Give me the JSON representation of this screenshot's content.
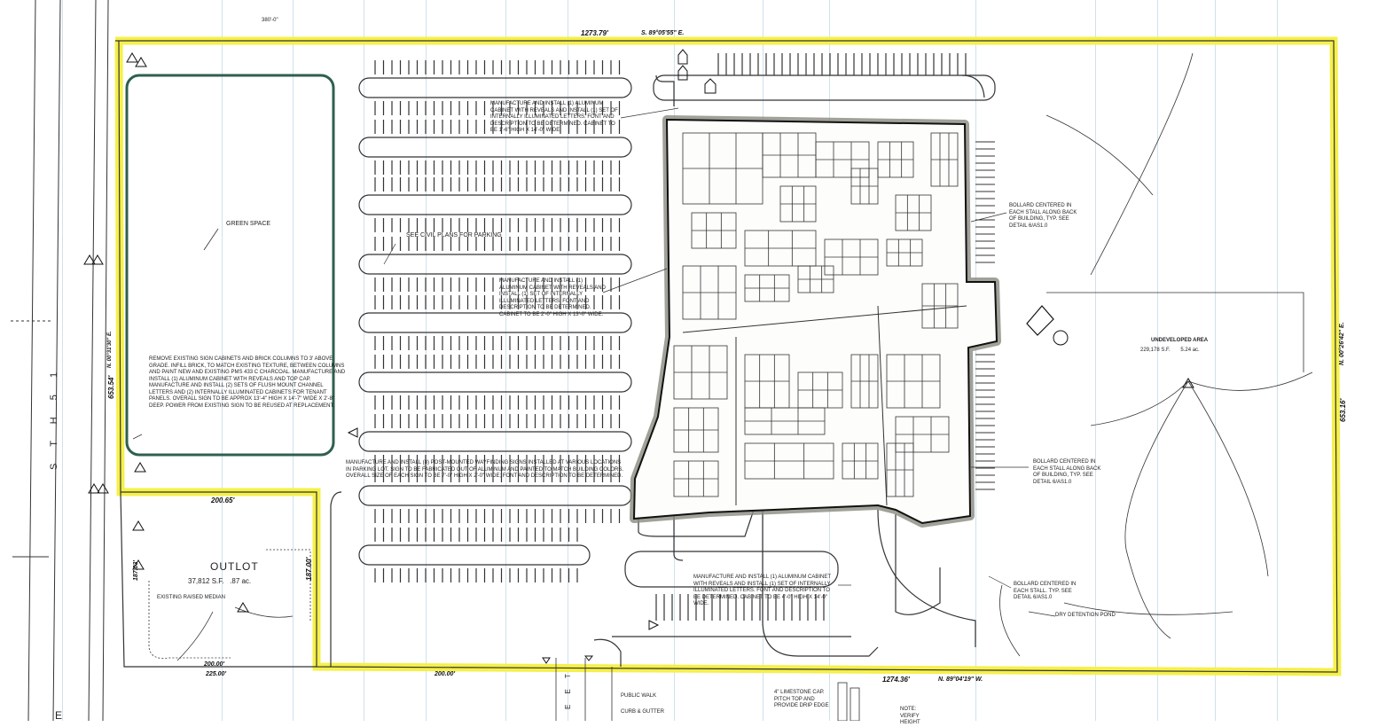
{
  "labels": {
    "green_space": "GREEN SPACE",
    "see_civil": "SEE CIVIL PLANS FOR PARKING",
    "outlot": "OUTLOT",
    "outlot_area": "37,812 S.F.   .87 ac.",
    "existing_median": "EXISTING RAISED MEDIAN",
    "undeveloped": "UNDEVELOPED AREA",
    "undeveloped_area": "229,178 S.F.       5.24 ac.",
    "dry_pond": "DRY DETENTION POND",
    "street_name": "S T H   5 1",
    "street_e": "E",
    "street_lower": "E E T",
    "public_walk": "PUBLIC WALK",
    "curb_gutter": "CURB & GUTTER",
    "limestone": "4\" LIMESTONE CAP. PITCH TOP AND PROVIDE DRIP EDGE",
    "note": "NOTE: VERIFY HEIGHT"
  },
  "notes": {
    "sign_top": "MANUFACTURE AND INSTALL (1) ALUMINUM CABINET WITH REVEALS AND INSTALL (1) SET OF INTERNALLY ILLUMINATED LETTERS. FONT AND DESCRIPTION TO BE DETERMINED. CABINET TO BE 1'-6\" HIGH X 14'-0\" WIDE.",
    "sign_mid": "MANUFACTURE AND INSTALL (1) ALUMINUM CABINET WITH REVEALS AND INSTALL (1) SET OF INTERNALLY ILLUMINATED LETTERS. FONT AND DESCRIPTION TO BE DETERMINED. CABINET TO BE 2'-0\" HIGH X 13'-0\" WIDE.",
    "remove_sign": "REMOVE EXISTING SIGN CABINETS AND BRICK COLUMNS TO 3' ABOVE GRADE. INFILL BRICK, TO MATCH EXISTING TEXTURE, BETWEEN COLUMNS AND PAINT NEW AND EXISTING PMS 433 C CHARCOAL. MANUFACTURE AND INSTALL (1) ALUMINUM CABINET WITH REVEALS AND TOP CAP. MANUFACTURE AND INSTALL (2) SETS OF FLUSH MOUNT CHANNEL LETTERS AND (2) INTERNALLY ILLUMINATED CABINETS FOR TENANT PANELS. OVERALL SIGN TO BE APPROX 13'-4\" HIGH X 14'-7\" WIDE X 2'-8\" DEEP. POWER FROM EXISTING SIGN TO BE REUSED AT REPLACEMENT.",
    "wayfinding": "MANUFACTURE AND INSTALL (8) POST-MOUNTED WAYFINDING SIGNS INSTALLED AT VARIOUS LOCATIONS IN PARKING LOT. SIGN TO BE FABRICATED OUT OF ALUMINUM AND PAINTED TO MATCH BUILDING COLORS. OVERALL SIZE OF EACH SIGN TO BE 7'-0\" HIGH X 2'-0\" WIDE; FONT AND DESCRIPTION TO BE DETERMINED.",
    "sign_bottom": "MANUFACTURE AND INSTALL (1) ALUMINUM CABINET WITH REVEALS AND INSTALL (1) SET OF INTERNALLY ILLUMINATED LETTERS. FONT AND DESCRIPTION TO BE DETERMINED. CABINET TO BE 4'-0\" HIGH X 14'-0\" WIDE.",
    "bollard_1": "BOLLARD CENTERED IN EACH STALL ALONG BACK OF BUILDING, TYP. SEE DETAIL 6/AS1.0",
    "bollard_2": "BOLLARD CENTERED IN EACH STALL ALONG BACK OF BUILDING, TYP. SEE DETAIL 6/AS1.0",
    "bollard_3": "BOLLARD CENTERED IN EACH STALL. TYP. SEE DETAIL 6/AS1.0"
  },
  "dimensions": {
    "top_length": "1273.79'",
    "top_bearing": "S. 89°05'55\" E.",
    "bottom_length": "1274.36'",
    "bottom_bearing": "N. 89°04'19\" W.",
    "right_length": "653.16'",
    "right_bearing": "N. 00°26'42\" E.",
    "left_length": "653.54'",
    "left_bearing": "N. 00°31'30\" E.",
    "outlot_top": "200.65'",
    "outlot_right": "187.00'",
    "outlot_left": "187.03'",
    "outlot_bottom": "200.00'",
    "bottom_225": "225.00'",
    "bottom_200": "200.00'",
    "top_small": "380'-0\""
  },
  "colors": {
    "property_highlight": "#f5f04a",
    "green_space_outline": "#2f5f4f",
    "building_shadow": "#8a8a80",
    "line": "#222222"
  }
}
